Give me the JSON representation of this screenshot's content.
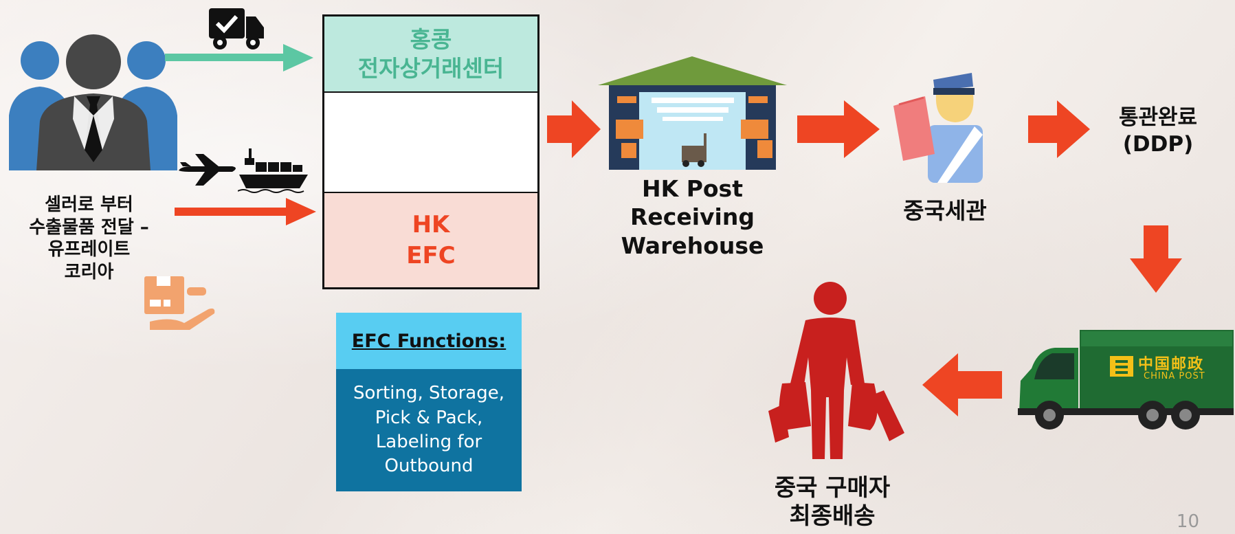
{
  "seller": {
    "lines": [
      "셀러로 부터",
      "수출물품 전달 –",
      "유프레이트",
      "코리아"
    ]
  },
  "stack": {
    "top_lines": [
      "홍콩",
      "전자상거래센터"
    ],
    "bottom_lines": [
      "HK",
      "EFC"
    ]
  },
  "efc_box": {
    "title": "EFC Functions:",
    "lines": [
      "Sorting, Storage,",
      "Pick & Pack,",
      "Labeling for",
      "Outbound"
    ]
  },
  "warehouse": {
    "lines": [
      "HK Post",
      "Receiving",
      "Warehouse"
    ]
  },
  "customs": {
    "label": "중국세관"
  },
  "clearance": {
    "lines": [
      "통관완료",
      "(DDP)"
    ]
  },
  "buyer": {
    "lines": [
      "중국 구매자",
      "최종배송"
    ]
  },
  "truck_sign": {
    "cn": "中国邮政",
    "en": "CHINA POST"
  },
  "page_number": "10",
  "colors": {
    "red": "#ee4523",
    "green": "#5cc7a3",
    "cyan": "#58cdf2",
    "navy": "#0f73a0"
  },
  "icons": [
    "people-icon",
    "delivery-truck-icon",
    "airplane-icon",
    "cargo-ship-icon",
    "package-hand-icon",
    "warehouse-icon",
    "customs-officer-icon",
    "china-post-truck-icon",
    "shopper-icon"
  ]
}
